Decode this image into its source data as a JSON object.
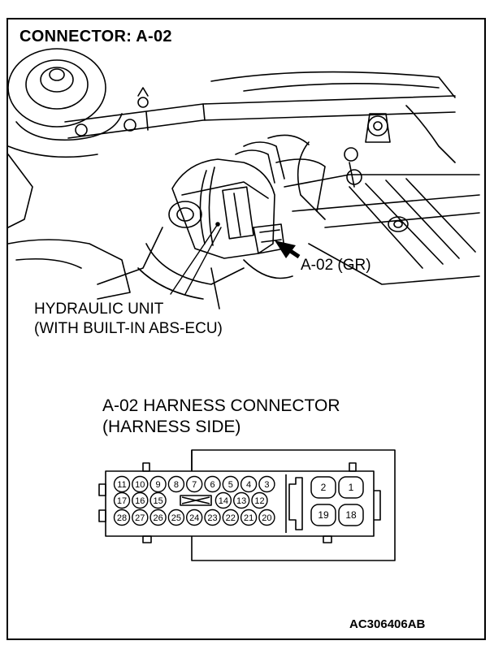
{
  "diagram": {
    "title": "CONNECTOR: A-02",
    "connector_label": "A-02 (GR)",
    "hydraulic_unit_label_line1": "HYDRAULIC UNIT",
    "hydraulic_unit_label_line2": "(WITH BUILT-IN ABS-ECU)",
    "harness_label_line1": "A-02 HARNESS CONNECTOR",
    "harness_label_line2": "(HARNESS SIDE)",
    "figure_code": "AC306406AB"
  },
  "pins": {
    "row1": [
      "11",
      "10",
      "9",
      "8",
      "7",
      "6",
      "5",
      "4",
      "3"
    ],
    "row2": [
      "17",
      "16",
      "15",
      "14",
      "13",
      "12"
    ],
    "row3": [
      "28",
      "27",
      "26",
      "25",
      "24",
      "23",
      "22",
      "21",
      "20"
    ],
    "large": [
      "2",
      "1",
      "19",
      "18"
    ]
  }
}
